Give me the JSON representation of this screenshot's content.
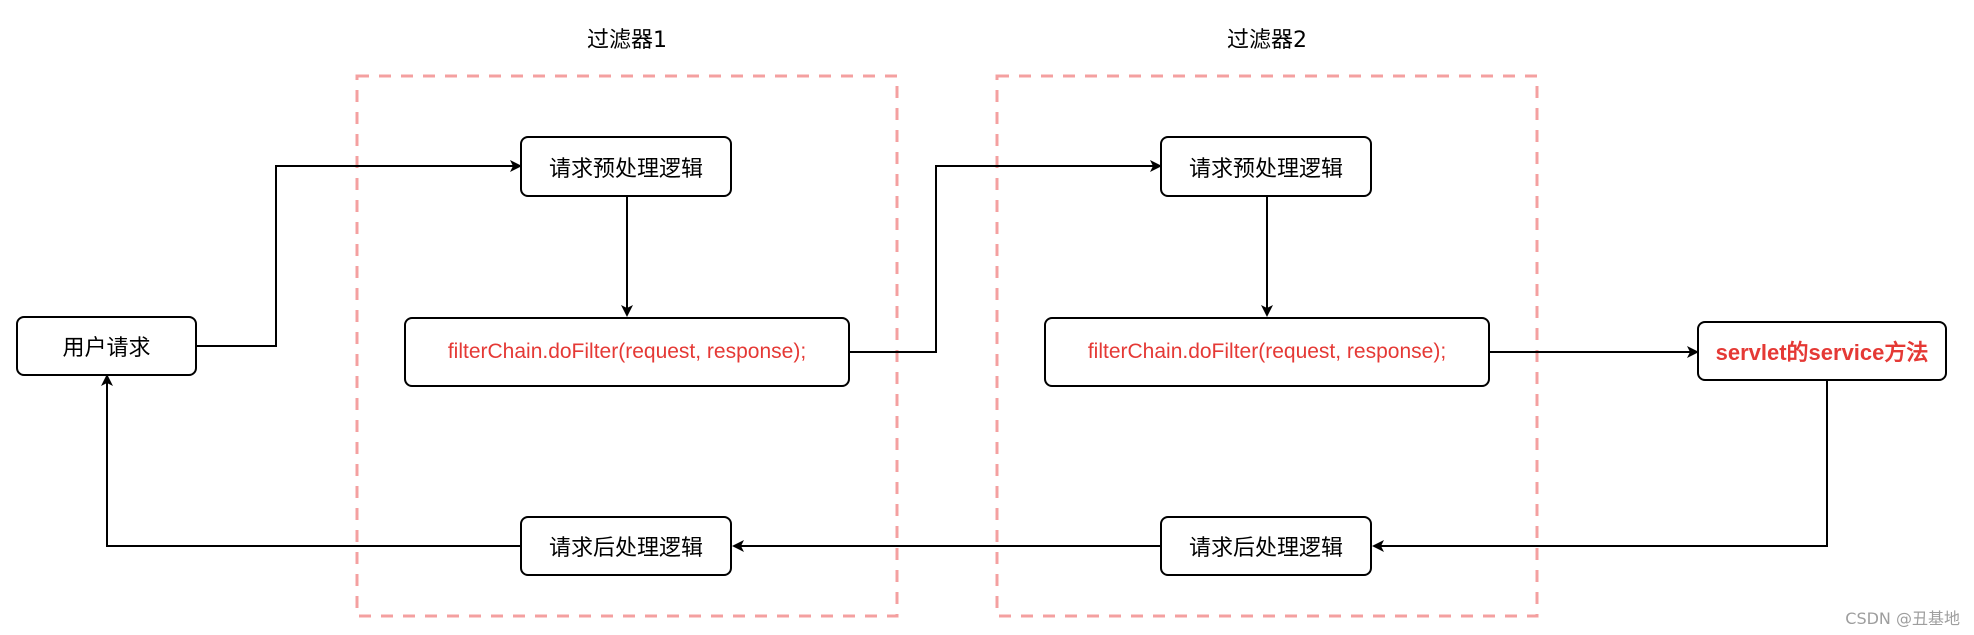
{
  "groups": [
    {
      "label": "过滤器1",
      "border_color": "#f4a0a0"
    },
    {
      "label": "过滤器2",
      "border_color": "#f4a0a0"
    }
  ],
  "nodes": {
    "user_request": "用户请求",
    "f1_pre": "请求预处理逻辑",
    "f1_chain": "filterChain.doFilter(request, response);",
    "f1_post": "请求后处理逻辑",
    "f2_pre": "请求预处理逻辑",
    "f2_chain": "filterChain.doFilter(request, response);",
    "f2_post": "请求后处理逻辑",
    "servlet": "servlet的service方法"
  },
  "colors": {
    "highlight": "#e53935",
    "edge": "#000000",
    "dashed_border": "#f4a0a0"
  },
  "watermark": "CSDN @丑基地"
}
